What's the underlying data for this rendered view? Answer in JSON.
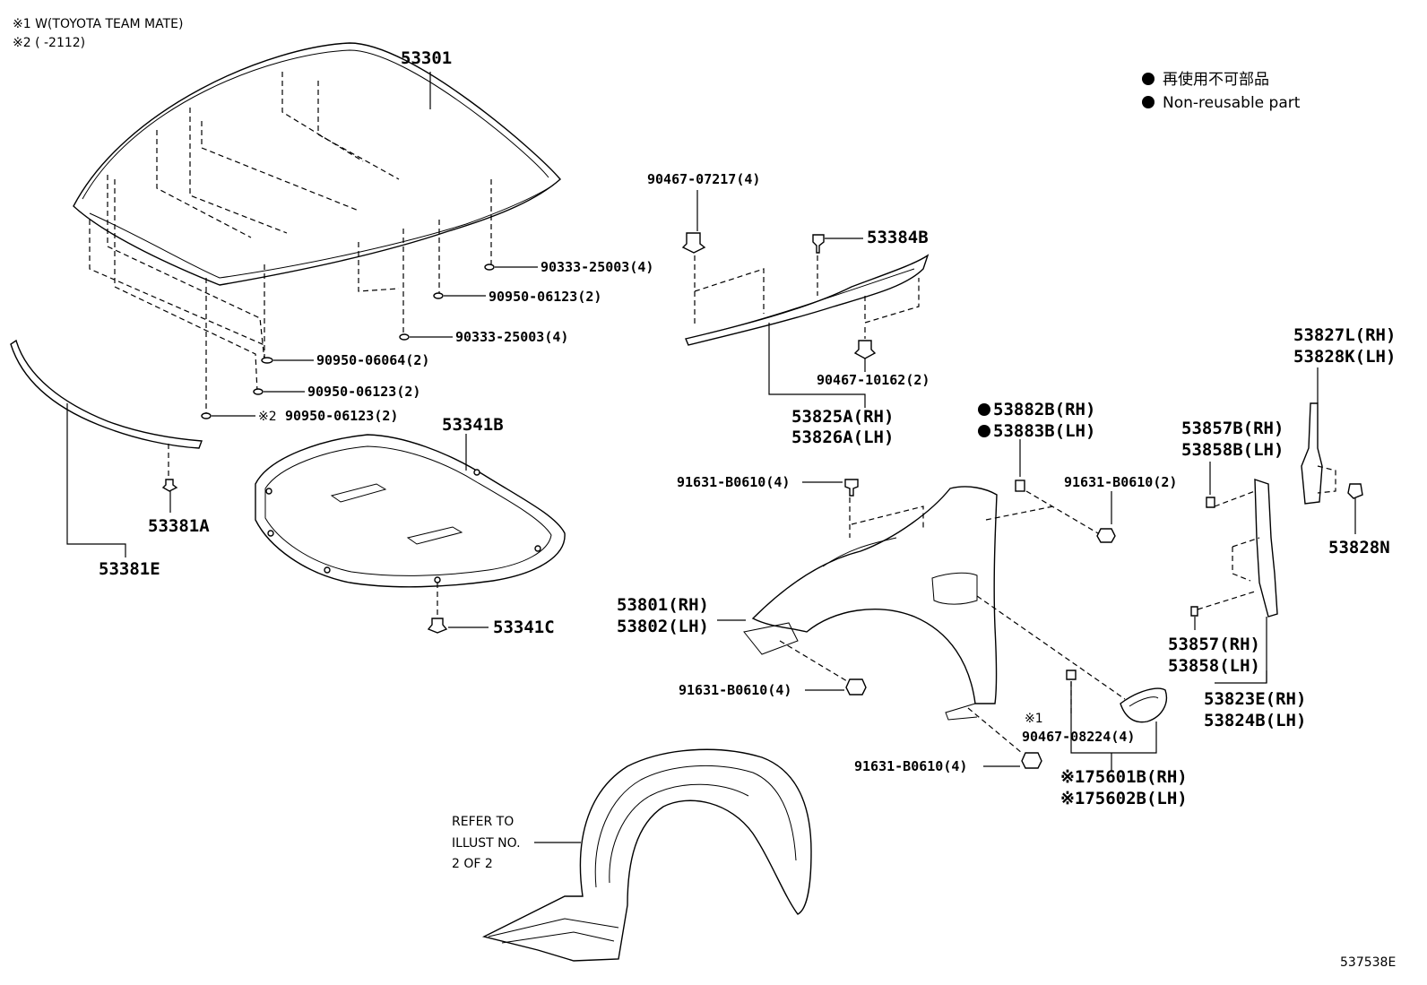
{
  "notes": {
    "note1": "※1 W(TOYOTA TEAM MATE)",
    "note2": "※2 (       -2112)"
  },
  "legend": {
    "line1": "再使用不可部品",
    "line2": "Non-reusable part"
  },
  "hood": {
    "hood_label": "53301",
    "seal_label": "53381E",
    "seal_clip_label": "53381A",
    "insulator_label": "53341B",
    "insulator_clip_label": "53341C",
    "fasteners": [
      "90333-25003(4)",
      "90950-06123(2)",
      "90333-25003(4)",
      "90950-06064(2)",
      "90950-06123(2)",
      "90950-06123(2)"
    ],
    "note2_mark": "※2"
  },
  "cowl": {
    "clip_top": "90467-07217(4)",
    "screw": "53384B",
    "clip_bottom": "90467-10162(2)",
    "seal_rh": "53825A(RH)",
    "seal_lh": "53826A(LH)"
  },
  "fender": {
    "bolt_top": "91631-B0610(4)",
    "bolt_right": "91631-B0610(2)",
    "bolt_mid": "91631-B0610(4)",
    "bolt_bottom": "91631-B0610(4)",
    "insul_rh": "53882B(RH)",
    "insul_lh": "53883B(LH)",
    "fender_rh": "53801(RH)",
    "fender_lh": "53802(LH)",
    "clip_mark": "※1",
    "clip": "90467-08224(4)",
    "mould_rh": "※175601B(RH)",
    "mould_lh": "※175602B(LH)"
  },
  "right_parts": {
    "p1_rh": "53827L(RH)",
    "p1_lh": "53828K(LH)",
    "p2_rh": "53857B(RH)",
    "p2_lh": "53858B(LH)",
    "clip": "53828N",
    "p3_rh": "53857(RH)",
    "p3_lh": "53858(LH)",
    "p4_rh": "53823E(RH)",
    "p4_lh": "53824B(LH)"
  },
  "liner_ref": {
    "line1": "REFER TO",
    "line2": "ILLUST NO.",
    "line3": "2 OF 2"
  },
  "illustration_code": "537538E"
}
